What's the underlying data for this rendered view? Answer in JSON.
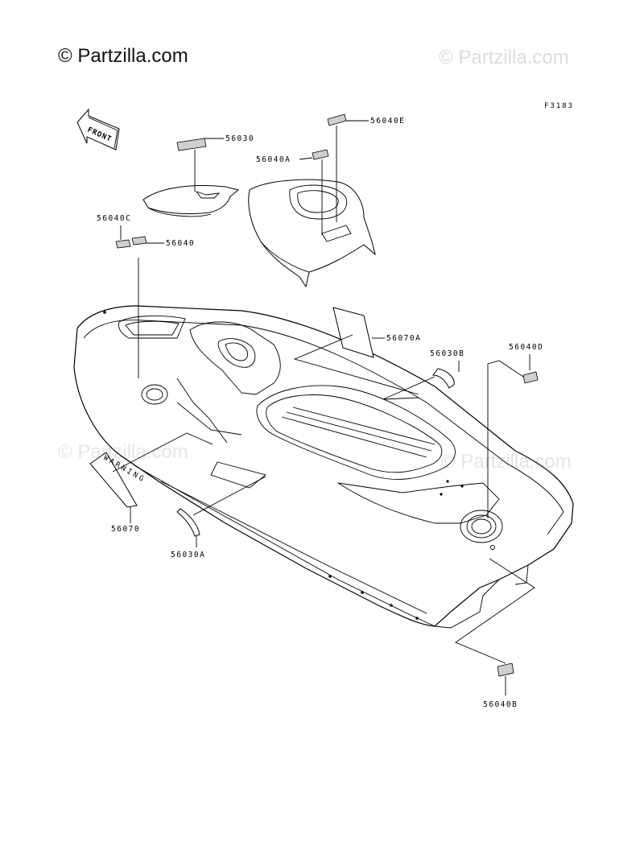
{
  "watermark": {
    "brand": "© Partzilla.com",
    "faint_top": "© Partzilla.com",
    "faint_mid_left": "© Partzilla.com",
    "faint_mid_right": "© Partzilla.com"
  },
  "figure_code": "F3183",
  "front_label": "FRONT",
  "warning_text": "WARNING",
  "callouts": {
    "p56030": "56030",
    "p56040E": "56040E",
    "p56040A": "56040A",
    "p56040C": "56040C",
    "p56040": "56040",
    "p56070A": "56070A",
    "p56030B": "56030B",
    "p56040D": "56040D",
    "p56070": "56070",
    "p56030A": "56030A",
    "p56040B": "56040B"
  }
}
